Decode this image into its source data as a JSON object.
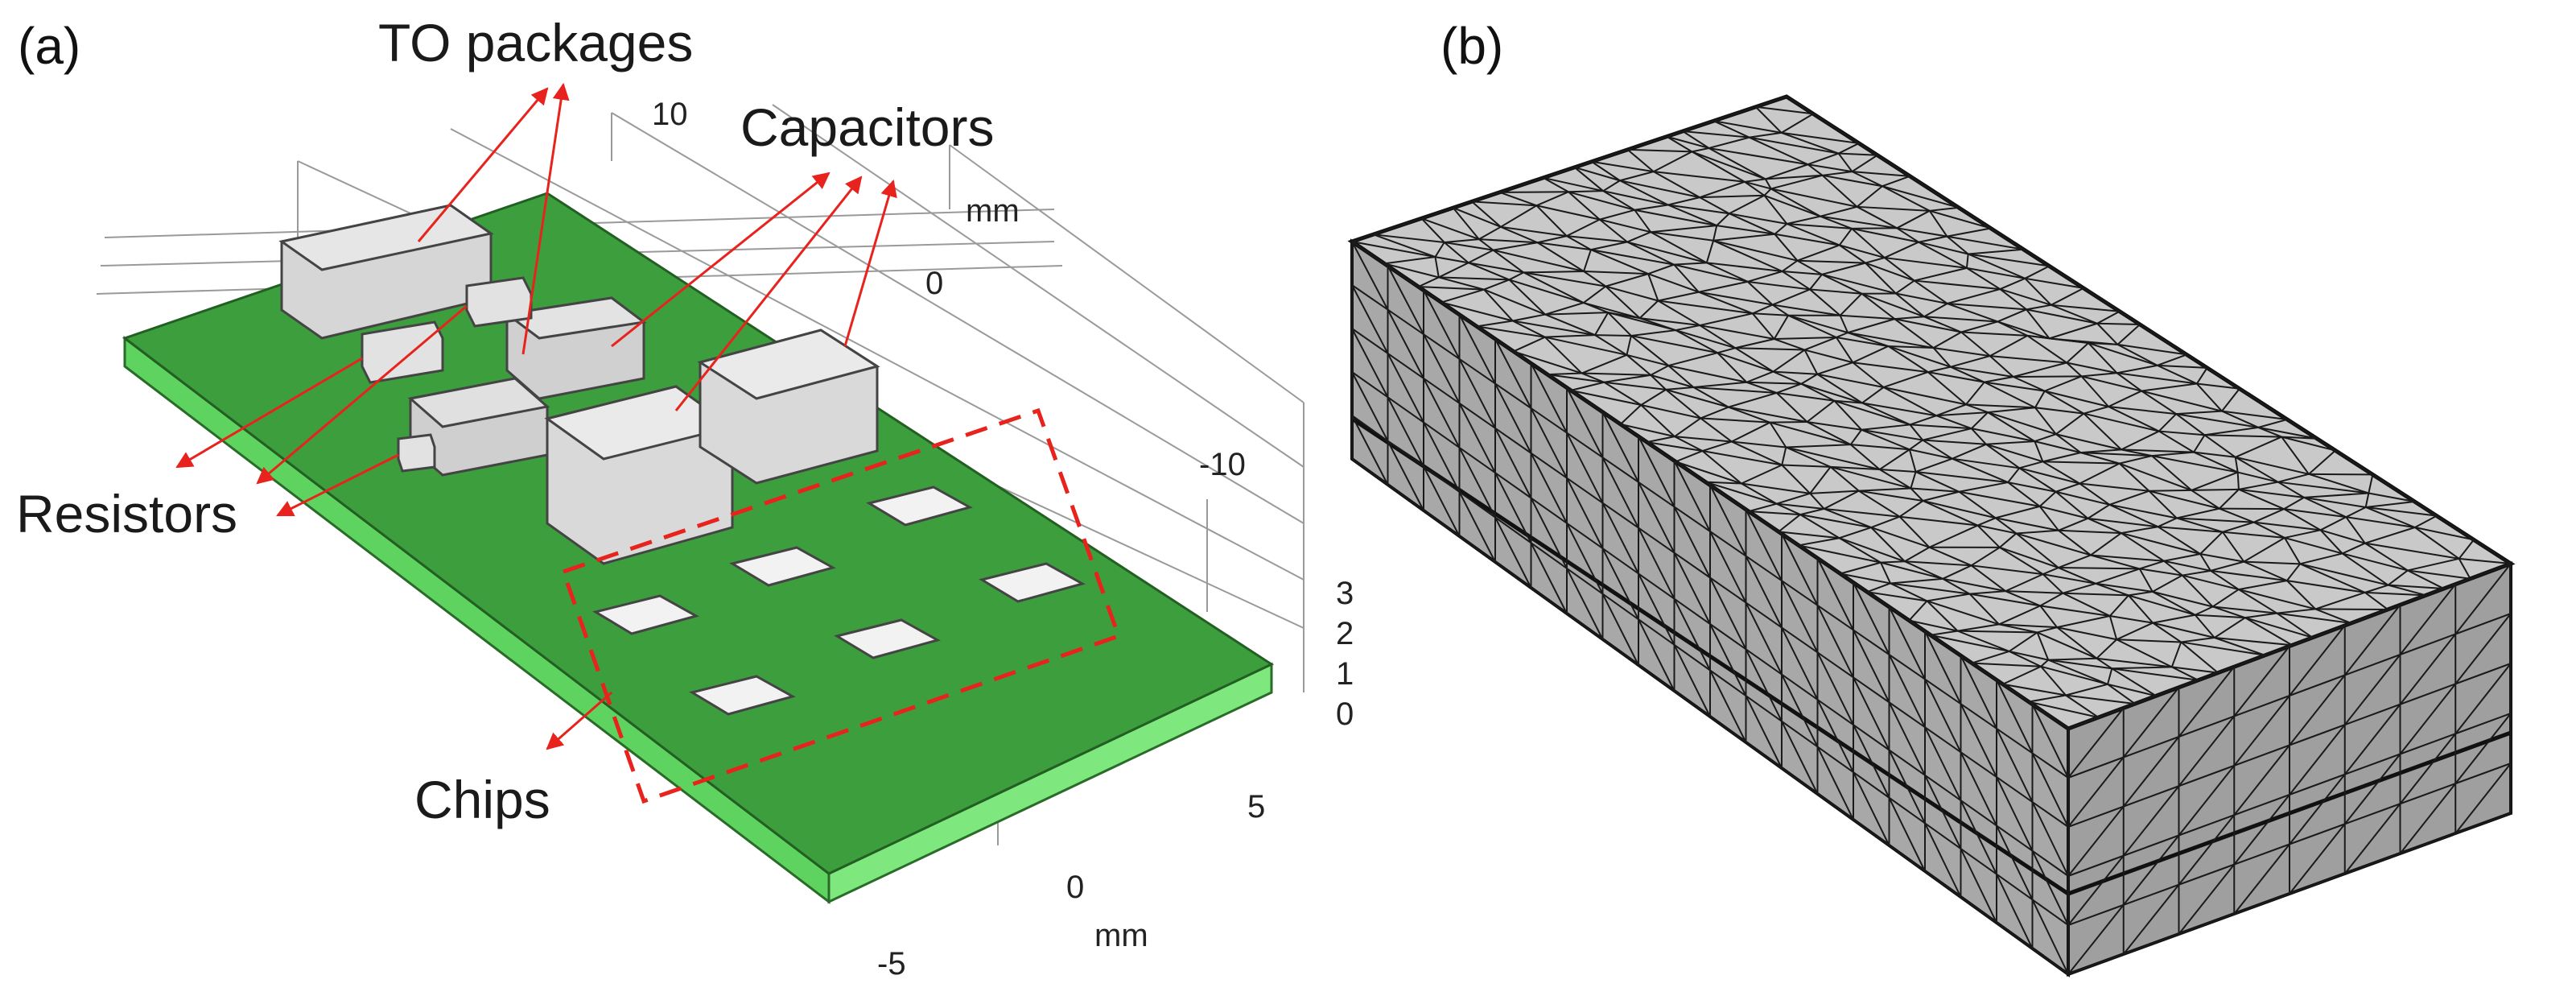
{
  "panel_a": {
    "label": "(a)",
    "callouts": {
      "to_packages": "TO packages",
      "capacitors": "Capacitors",
      "resistors": "Resistors",
      "chips": "Chips"
    },
    "axis": {
      "x_ticks": [
        "-5",
        "0",
        "5"
      ],
      "x_unit": "mm",
      "y_ticks": [
        "10",
        "0",
        "-10"
      ],
      "y_unit": "mm",
      "z_ticks": [
        "3",
        "2",
        "1",
        "0"
      ]
    }
  },
  "panel_b": {
    "label": "(b)"
  },
  "colors": {
    "pcb_top": "#3d9e3d",
    "pcb_side": "#7ee87e",
    "component": "#d4d4d4",
    "arrow": "#e8221c",
    "mesh": "#111111"
  }
}
